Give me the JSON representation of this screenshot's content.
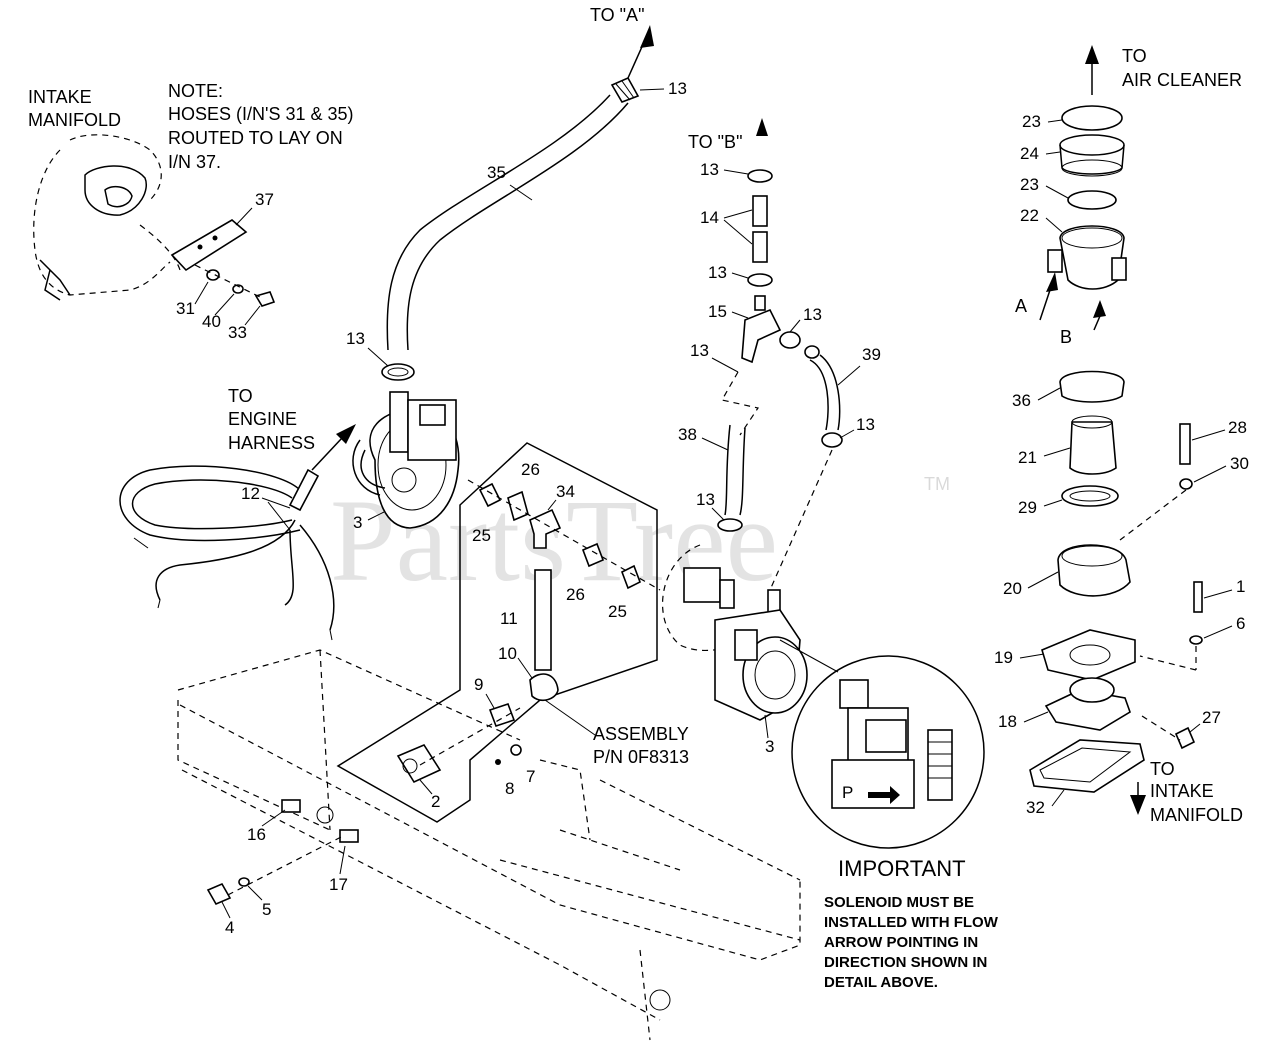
{
  "watermark": {
    "text": "PartsTree",
    "tm": "TM"
  },
  "notes": {
    "note_line1": "NOTE:",
    "note_line2": "HOSES (I/N'S 31 & 35)",
    "note_line3": "ROUTED TO LAY ON",
    "note_line4": "I/N 37."
  },
  "captions": {
    "intake_manifold_1": "INTAKE",
    "intake_manifold_2": "MANIFOLD",
    "to_a": "TO \"A\"",
    "to_b": "TO \"B\"",
    "to_air_cleaner_1": "TO",
    "to_air_cleaner_2": "AIR CLEANER",
    "to_engine_harness_1": "TO",
    "to_engine_harness_2": "ENGINE",
    "to_engine_harness_3": "HARNESS",
    "assembly_1": "ASSEMBLY",
    "assembly_2": "P/N 0F8313",
    "to_intake_1": "TO",
    "to_intake_2": "INTAKE",
    "to_intake_3": "MANIFOLD",
    "arrow_a": "A",
    "arrow_b": "B"
  },
  "important": {
    "title": "IMPORTANT",
    "line1": "SOLENOID MUST BE",
    "line2": "INSTALLED WITH FLOW",
    "line3": "ARROW POINTING IN",
    "line4": "DIRECTION SHOWN IN",
    "line5": "DETAIL ABOVE."
  },
  "parts": [
    {
      "id": "13",
      "label": "13"
    },
    {
      "id": "35",
      "label": "35"
    },
    {
      "id": "37",
      "label": "37"
    },
    {
      "id": "31",
      "label": "31"
    },
    {
      "id": "40",
      "label": "40"
    },
    {
      "id": "33",
      "label": "33"
    },
    {
      "id": "12",
      "label": "12"
    },
    {
      "id": "3",
      "label": "3"
    },
    {
      "id": "25",
      "label": "25"
    },
    {
      "id": "26",
      "label": "26"
    },
    {
      "id": "34",
      "label": "34"
    },
    {
      "id": "11",
      "label": "11"
    },
    {
      "id": "10",
      "label": "10"
    },
    {
      "id": "9",
      "label": "9"
    },
    {
      "id": "2",
      "label": "2"
    },
    {
      "id": "8",
      "label": "8"
    },
    {
      "id": "7",
      "label": "7"
    },
    {
      "id": "16",
      "label": "16"
    },
    {
      "id": "17",
      "label": "17"
    },
    {
      "id": "4",
      "label": "4"
    },
    {
      "id": "5",
      "label": "5"
    },
    {
      "id": "14",
      "label": "14"
    },
    {
      "id": "15",
      "label": "15"
    },
    {
      "id": "39",
      "label": "39"
    },
    {
      "id": "38",
      "label": "38"
    },
    {
      "id": "23",
      "label": "23"
    },
    {
      "id": "24",
      "label": "24"
    },
    {
      "id": "22",
      "label": "22"
    },
    {
      "id": "36",
      "label": "36"
    },
    {
      "id": "21",
      "label": "21"
    },
    {
      "id": "29",
      "label": "29"
    },
    {
      "id": "28",
      "label": "28"
    },
    {
      "id": "30",
      "label": "30"
    },
    {
      "id": "20",
      "label": "20"
    },
    {
      "id": "1",
      "label": "1"
    },
    {
      "id": "6",
      "label": "6"
    },
    {
      "id": "19",
      "label": "19"
    },
    {
      "id": "18",
      "label": "18"
    },
    {
      "id": "27",
      "label": "27"
    },
    {
      "id": "32",
      "label": "32"
    }
  ]
}
